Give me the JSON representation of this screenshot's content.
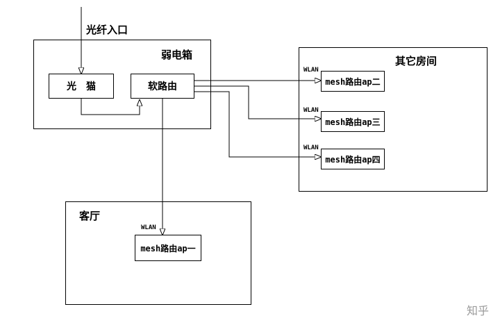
{
  "fiber_input": "光纤入口",
  "weak_box": {
    "label": "弱电箱",
    "modem": "光　猫",
    "router": "软路由"
  },
  "other_rooms": {
    "label": "其它房间",
    "aps": [
      {
        "wlan": "WLAN",
        "name": "mesh路由ap二"
      },
      {
        "wlan": "WLAN",
        "name": "mesh路由ap三"
      },
      {
        "wlan": "WLAN",
        "name": "mesh路由ap四"
      }
    ]
  },
  "living_room": {
    "label": "客厅",
    "ap": {
      "wlan": "WLAN",
      "name": "mesh路由ap一"
    }
  },
  "watermark": "知乎"
}
